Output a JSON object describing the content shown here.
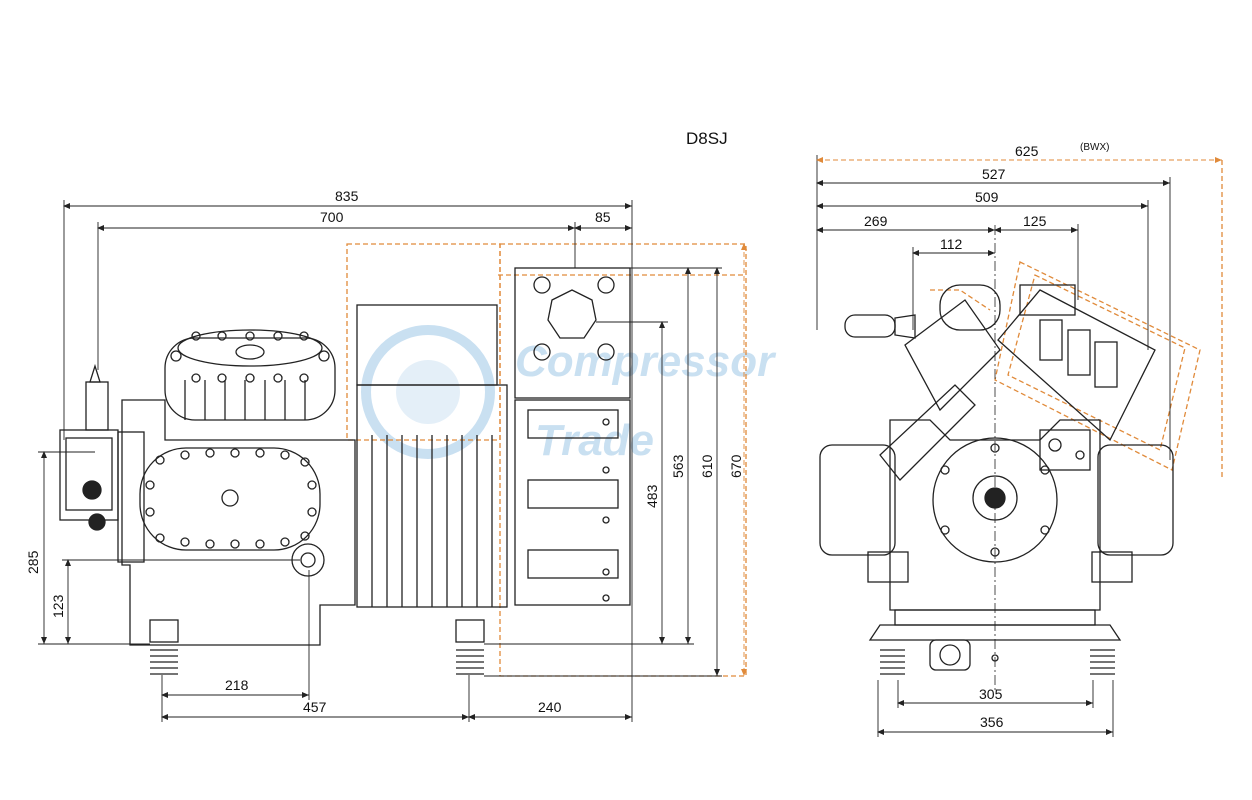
{
  "title": "D8SJ",
  "watermark": {
    "line1": "Compressor",
    "line2": "Trade",
    "color": "#9ec7e6"
  },
  "colors": {
    "line": "#222222",
    "optional": "#e08a3a",
    "background": "#ffffff"
  },
  "side_view": {
    "dims_horizontal": {
      "overall": "835",
      "body": "700",
      "flange": "85",
      "foot_left": "218",
      "foot_spacing": "457",
      "foot_right": "240"
    },
    "dims_vertical": {
      "shaft_height": "285",
      "foot_height": "123",
      "h1": "483",
      "h2": "563",
      "h3": "610",
      "h4": "670"
    }
  },
  "end_view": {
    "dims_horizontal": {
      "bwx_width": "625",
      "bwx_note": "(BWX)",
      "w527": "527",
      "w509": "509",
      "w269": "269",
      "w125": "125",
      "w112": "112",
      "feet_inner": "305",
      "feet_outer": "356"
    }
  }
}
